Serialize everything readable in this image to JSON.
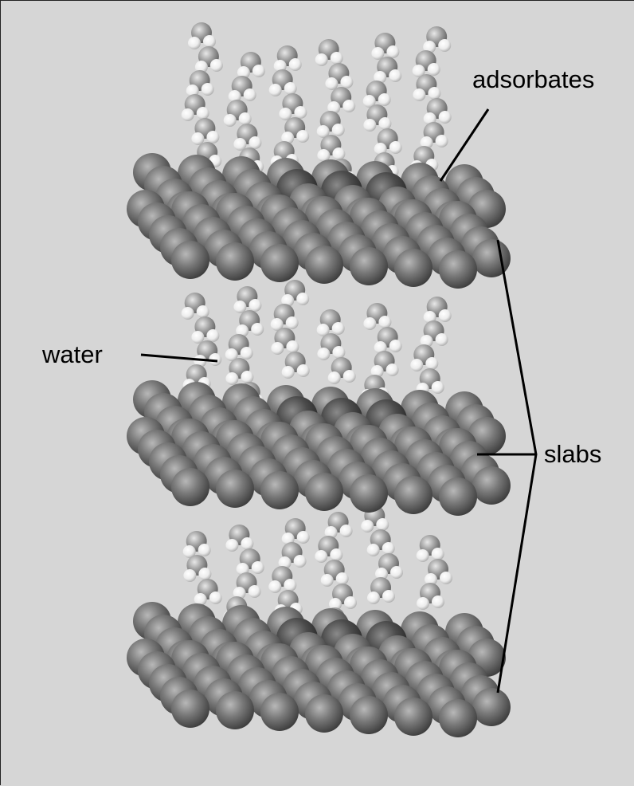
{
  "figure": {
    "labels": {
      "adsorbates": "adsorbates",
      "water": "water",
      "slabs": "slabs"
    },
    "background_color": "#d6d6d6",
    "slab_count": 3,
    "colors": {
      "slab_atom": "#6f6f6f",
      "adsorbate_atom": "#4a4a4a",
      "water_oxygen": "#8a8a8a",
      "water_hydrogen": "#f4f4f4",
      "leader_line": "#000000"
    }
  }
}
